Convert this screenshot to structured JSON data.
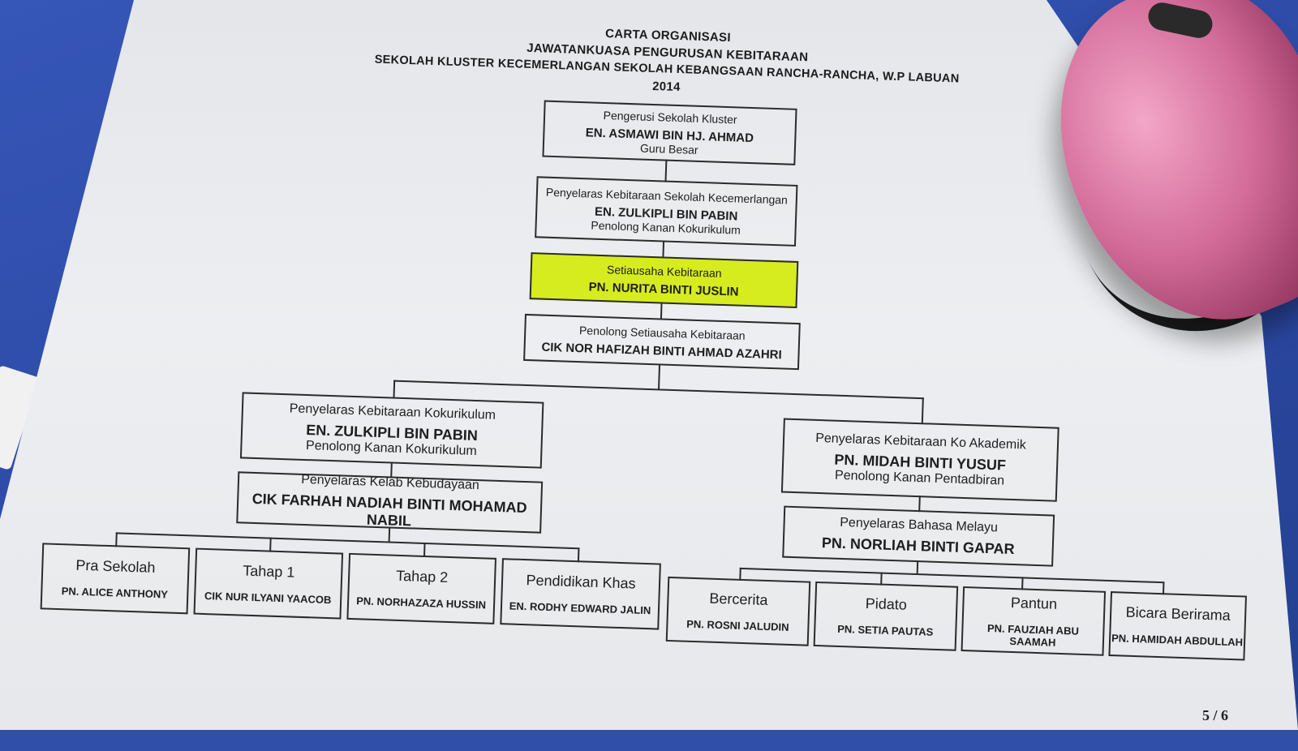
{
  "header": {
    "line1": "CARTA ORGANISASI",
    "line2": "JAWATANKUASA PENGURUSAN KEBITARAAN",
    "line3": "SEKOLAH KLUSTER KECEMERLANGAN SEKOLAH KEBANGSAAN RANCHA-RANCHA, W.P LABUAN",
    "line4": "2014"
  },
  "chain": [
    {
      "role": "Pengerusi Sekolah Kluster",
      "name": "EN. ASMAWI BIN HJ. AHMAD",
      "position": "Guru Besar"
    },
    {
      "role": "Penyelaras Kebitaraan Sekolah Kecemerlangan",
      "name": "EN. ZULKIPLI BIN PABIN",
      "position": "Penolong Kanan Kokurikulum"
    },
    {
      "role": "Setiausaha Kebitaraan",
      "name": "PN. NURITA BINTI JUSLIN",
      "position": ""
    },
    {
      "role": "Penolong Setiausaha Kebitaraan",
      "name": "CIK NOR HAFIZAH BINTI AHMAD AZAHRI",
      "position": ""
    }
  ],
  "left_branch": {
    "coordinator": {
      "role": "Penyelaras Kebitaraan Kokurikulum",
      "name": "EN. ZULKIPLI BIN PABIN",
      "position": "Penolong Kanan Kokurikulum"
    },
    "club": {
      "role": "Penyelaras Kelab Kebudayaan",
      "name": "CIK FARHAH NADIAH BINTI MOHAMAD NABIL"
    },
    "leaves": [
      {
        "role": "Pra Sekolah",
        "name": "PN. ALICE ANTHONY"
      },
      {
        "role": "Tahap 1",
        "name": "CIK NUR ILYANI YAACOB"
      },
      {
        "role": "Tahap 2",
        "name": "PN. NORHAZAZA HUSSIN"
      },
      {
        "role": "Pendidikan Khas",
        "name": "EN. RODHY EDWARD JALIN"
      }
    ]
  },
  "right_branch": {
    "coordinator": {
      "role": "Penyelaras Kebitaraan Ko Akademik",
      "name": "PN. MIDAH BINTI YUSUF",
      "position": "Penolong Kanan Pentadbiran"
    },
    "subject": {
      "role": "Penyelaras Bahasa Melayu",
      "name": "PN. NORLIAH BINTI GAPAR"
    },
    "leaves": [
      {
        "role": "Bercerita",
        "name": "PN. ROSNI JALUDIN"
      },
      {
        "role": "Pidato",
        "name": "PN. SETIA PAUTAS"
      },
      {
        "role": "Pantun",
        "name": "PN. FAUZIAH ABU SAAMAH"
      },
      {
        "role": "Bicara Berirama",
        "name": "PN. HAMIDAH ABDULLAH"
      }
    ]
  },
  "page_number": "5 / 6",
  "colors": {
    "highlight": "#d7ec1f",
    "desk": "#2f4fa8",
    "paper": "#e8eaed",
    "mouse": "#d26a98"
  }
}
